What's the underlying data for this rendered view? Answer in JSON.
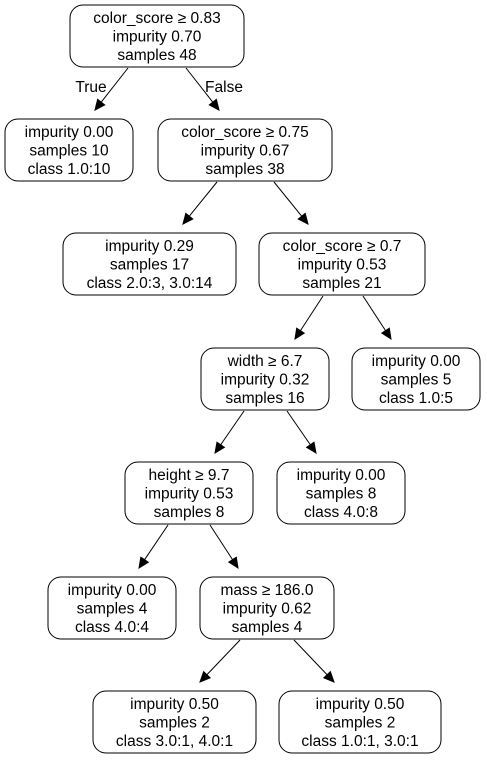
{
  "tree": {
    "nodes": [
      {
        "id": "n0",
        "lines": [
          "color_score ≥ 0.83",
          "impurity 0.70",
          "samples 48"
        ]
      },
      {
        "id": "n1",
        "lines": [
          "impurity 0.00",
          "samples 10",
          "class 1.0:10"
        ]
      },
      {
        "id": "n2",
        "lines": [
          "color_score ≥ 0.75",
          "impurity 0.67",
          "samples 38"
        ]
      },
      {
        "id": "n3",
        "lines": [
          "impurity 0.29",
          "samples 17",
          "class 2.0:3, 3.0:14"
        ]
      },
      {
        "id": "n4",
        "lines": [
          "color_score ≥ 0.7",
          "impurity 0.53",
          "samples 21"
        ]
      },
      {
        "id": "n5",
        "lines": [
          "width ≥ 6.7",
          "impurity 0.32",
          "samples 16"
        ]
      },
      {
        "id": "n6",
        "lines": [
          "impurity 0.00",
          "samples 5",
          "class 1.0:5"
        ]
      },
      {
        "id": "n7",
        "lines": [
          "height ≥ 9.7",
          "impurity 0.53",
          "samples 8"
        ]
      },
      {
        "id": "n8",
        "lines": [
          "impurity 0.00",
          "samples 8",
          "class 4.0:8"
        ]
      },
      {
        "id": "n9",
        "lines": [
          "impurity 0.00",
          "samples 4",
          "class 4.0:4"
        ]
      },
      {
        "id": "n10",
        "lines": [
          "mass ≥ 186.0",
          "impurity 0.62",
          "samples 4"
        ]
      },
      {
        "id": "n11",
        "lines": [
          "impurity 0.50",
          "samples 2",
          "class 3.0:1, 4.0:1"
        ]
      },
      {
        "id": "n12",
        "lines": [
          "impurity 0.50",
          "samples 2",
          "class 1.0:1, 3.0:1"
        ]
      }
    ],
    "edges": [
      {
        "from": "n0",
        "to": "n1",
        "label": "True"
      },
      {
        "from": "n0",
        "to": "n2",
        "label": "False"
      },
      {
        "from": "n2",
        "to": "n3",
        "label": ""
      },
      {
        "from": "n2",
        "to": "n4",
        "label": ""
      },
      {
        "from": "n4",
        "to": "n5",
        "label": ""
      },
      {
        "from": "n4",
        "to": "n6",
        "label": ""
      },
      {
        "from": "n5",
        "to": "n7",
        "label": ""
      },
      {
        "from": "n5",
        "to": "n8",
        "label": ""
      },
      {
        "from": "n7",
        "to": "n9",
        "label": ""
      },
      {
        "from": "n7",
        "to": "n10",
        "label": ""
      },
      {
        "from": "n10",
        "to": "n11",
        "label": ""
      },
      {
        "from": "n10",
        "to": "n12",
        "label": ""
      }
    ]
  }
}
